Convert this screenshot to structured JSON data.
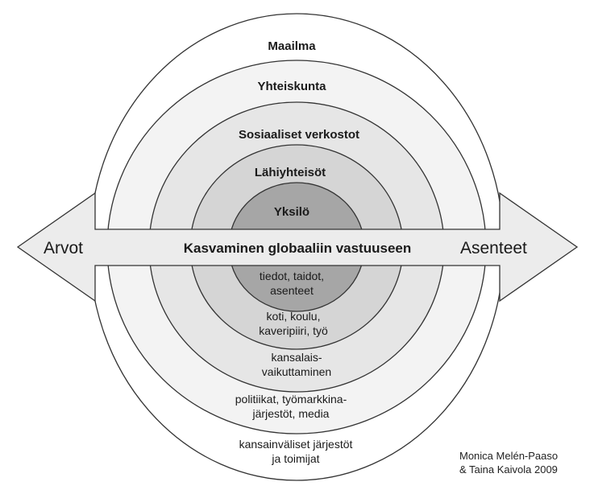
{
  "rings": [
    {
      "label": "Maailma",
      "description": [
        "kansainväliset järjestöt",
        "ja toimijat"
      ],
      "fill": "#ffffff"
    },
    {
      "label": "Yhteiskunta",
      "description": [
        "politiikat, työmarkkina-",
        "järjestöt, media"
      ],
      "fill": "#f3f3f3"
    },
    {
      "label": "Sosiaaliset verkostot",
      "description": [
        "kansalais-",
        "vaikuttaminen"
      ],
      "fill": "#e6e6e6"
    },
    {
      "label": "Lähiyhteisöt",
      "description": [
        "koti, koulu,",
        "kaveripiiri, työ"
      ],
      "fill": "#d5d5d5"
    },
    {
      "label": "Yksilö",
      "description": [
        "tiedot, taidot,",
        "asenteet"
      ],
      "fill": "#a6a6a6"
    }
  ],
  "arrow": {
    "left_label": "Arvot",
    "center_label": "Kasvaminen globaaliin vastuuseen",
    "right_label": "Asenteet",
    "fill": "#ececec"
  },
  "credit": {
    "line1": "Monica Melén-Paaso",
    "line2": "& Taina Kaivola 2009"
  }
}
